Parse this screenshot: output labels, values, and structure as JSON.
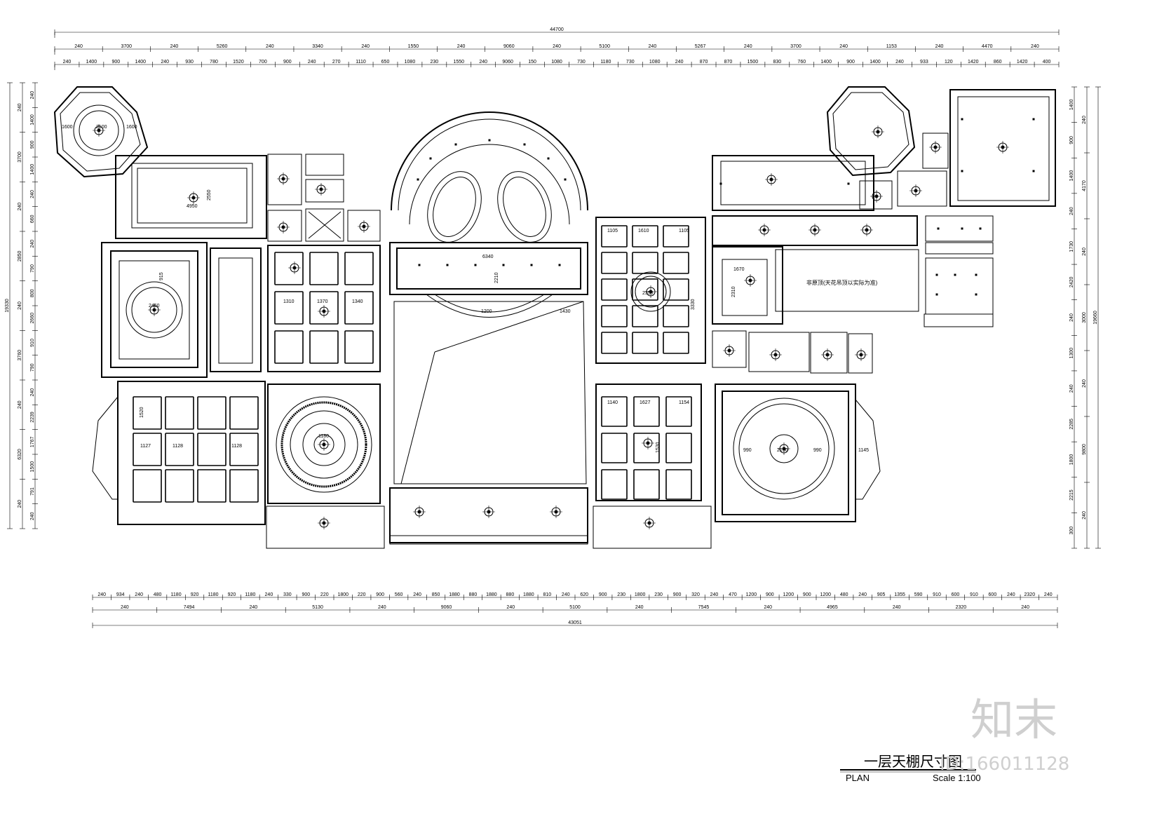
{
  "dims": {
    "top_total": "44700",
    "top_row2": [
      "240",
      "3700",
      "240",
      "5260",
      "240",
      "3340",
      "240",
      "1550",
      "240",
      "9060",
      "240",
      "5100",
      "240",
      "5267",
      "240",
      "3700",
      "240",
      "1153",
      "240",
      "4470",
      "240"
    ],
    "top_row3": [
      "240",
      "1400",
      "900",
      "1400",
      "240",
      "930",
      "780",
      "1520",
      "700",
      "900",
      "240",
      "270",
      "1110",
      "650",
      "1080",
      "230",
      "1550",
      "240",
      "9060",
      "150",
      "1080",
      "730",
      "1180",
      "730",
      "1080",
      "240",
      "870",
      "870",
      "1500",
      "830",
      "760",
      "1400",
      "900",
      "1400",
      "240",
      "933",
      "120",
      "1420",
      "860",
      "1420",
      "400"
    ],
    "bottom_row1": [
      "240",
      "934",
      "240",
      "480",
      "1180",
      "920",
      "1180",
      "920",
      "1180",
      "240",
      "330",
      "900",
      "220",
      "1800",
      "220",
      "900",
      "560",
      "240",
      "850",
      "1880",
      "880",
      "1880",
      "880",
      "1880",
      "810",
      "240",
      "620",
      "900",
      "230",
      "1800",
      "230",
      "900",
      "320",
      "240",
      "470",
      "1200",
      "900",
      "1200",
      "900",
      "1200",
      "480",
      "240",
      "905",
      "1355",
      "590",
      "910",
      "600",
      "910",
      "600",
      "240",
      "2320",
      "240"
    ],
    "bottom_row2": [
      "240",
      "7494",
      "240",
      "5130",
      "240",
      "9060",
      "240",
      "5100",
      "240",
      "7545",
      "240",
      "4965",
      "240",
      "2320",
      "240"
    ],
    "bottom_total": "43051",
    "left_total": "19330",
    "left_row2": [
      "240",
      "3700",
      "240",
      "2850",
      "240",
      "3760",
      "240",
      "6320",
      "240"
    ],
    "left_row3": [
      "240",
      "1400",
      "900",
      "1400",
      "240",
      "660",
      "240",
      "790",
      "800",
      "2660",
      "910",
      "790",
      "240",
      "2239",
      "1767",
      "1500",
      "791",
      "240"
    ],
    "right_total": "19660",
    "right_row2": [
      "240",
      "4170",
      "240",
      "3000",
      "240",
      "9800",
      "240"
    ],
    "right_row3": [
      "1400",
      "900",
      "1400",
      "240",
      "1730",
      "2420",
      "240",
      "1300",
      "240",
      "2285",
      "1800",
      "2215",
      "300"
    ]
  },
  "room_labels": {
    "gazebo_left": "2100",
    "gazebo_left_a": "1600",
    "gazebo_left_b": "1600",
    "upper_left_room": "4950",
    "upper_left_room_v": "2550",
    "living_left": "2450",
    "living_left_b": "915",
    "grid_left_a": "1310",
    "grid_left_b": "1370",
    "grid_left_c": "1340",
    "bottom_left_a": "1127",
    "bottom_left_b": "1128",
    "bottom_left_c": "1128",
    "bottom_left_d": "1520",
    "rotunda": "1180",
    "central_top": "6340",
    "central_top_v": "2210",
    "central_sub": "1200",
    "central_sub_b": "1430",
    "right_grid_a": "1105",
    "right_grid_b": "1610",
    "right_grid_c": "1105",
    "right_circle": "2350",
    "right_circle_v": "3330",
    "lower_mid_a": "1140",
    "lower_mid_b": "1627",
    "lower_mid_c": "1154",
    "lower_mid_d": "1530",
    "big_round": "2150",
    "big_round_a": "990",
    "big_round_b": "990",
    "big_round_side": "1145",
    "small_room": "1670",
    "small_room_v": "2310",
    "note_cn": "非原顶(天花吊顶以实际为准)"
  },
  "title": {
    "main": "一层天棚尺寸图",
    "plan": "PLAN",
    "scale": "Scale 1:100"
  },
  "watermark": {
    "brand": "知末",
    "id": "ID:166011128"
  }
}
